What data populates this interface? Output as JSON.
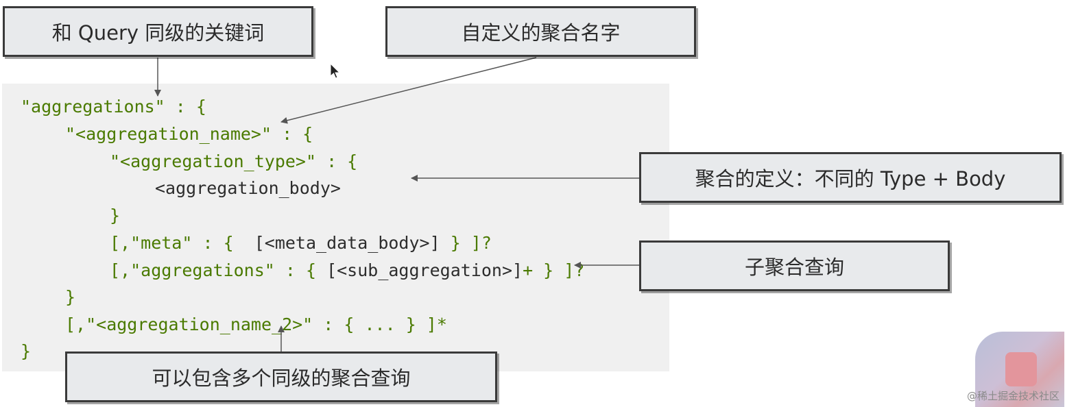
{
  "labels": {
    "query_level_keyword": "和 Query 同级的关键词",
    "custom_name": "自定义的聚合名字",
    "definition": "聚合的定义：不同的 Type + Body",
    "sub_aggregation": "子聚合查询",
    "multiple_same_level": "可以包含多个同级的聚合查询"
  },
  "code": {
    "l1_key": "\"aggregations\" : {",
    "l2_key": "\"<aggregation_name>\" : {",
    "l3_key": "\"<aggregation_type>\" : {",
    "l4_body": "<aggregation_body>",
    "l5_close": "}",
    "l6_a": "[,\"meta\" : {  ",
    "l6_b": "[<meta_data_body>]",
    "l6_c": " } ]?",
    "l7_a": "[,\"aggregations\" : { ",
    "l7_b": "[<sub_aggregation>]",
    "l7_c": "+ } ]?",
    "l8_close": "}",
    "l9_key": "[,\"<aggregation_name_2>\" : { ... } ]*",
    "l10_close": "}"
  },
  "watermark": "@稀土掘金技术社区",
  "colors": {
    "code_green": "#4a7a00",
    "code_dark": "#2d2d2d",
    "box_fill": "#e8eaec",
    "box_border": "#3a3a3a",
    "panel_bg": "#f0f0f0"
  }
}
